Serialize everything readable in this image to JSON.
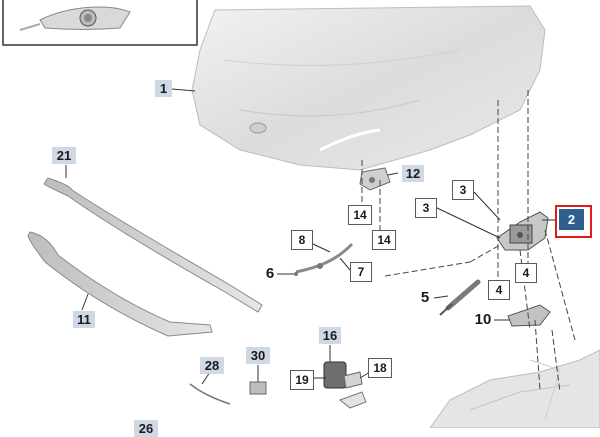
{
  "colors": {
    "badge_fill": "#cfd9e6",
    "selected_fill": "#2f5f8f",
    "selected_frame": "#e01b1b",
    "leader": "#333333"
  },
  "callouts": {
    "c1": "1",
    "c2": "2",
    "c3a": "3",
    "c3b": "3",
    "c4a": "4",
    "c4b": "4",
    "c5": "5",
    "c6": "6",
    "c7": "7",
    "c8": "8",
    "c10": "10",
    "c11": "11",
    "c12": "12",
    "c14a": "14",
    "c14b": "14",
    "c16": "16",
    "c18": "18",
    "c19": "19",
    "c21": "21",
    "c26": "26",
    "c28": "28",
    "c30": "30"
  },
  "selected_part": "2"
}
